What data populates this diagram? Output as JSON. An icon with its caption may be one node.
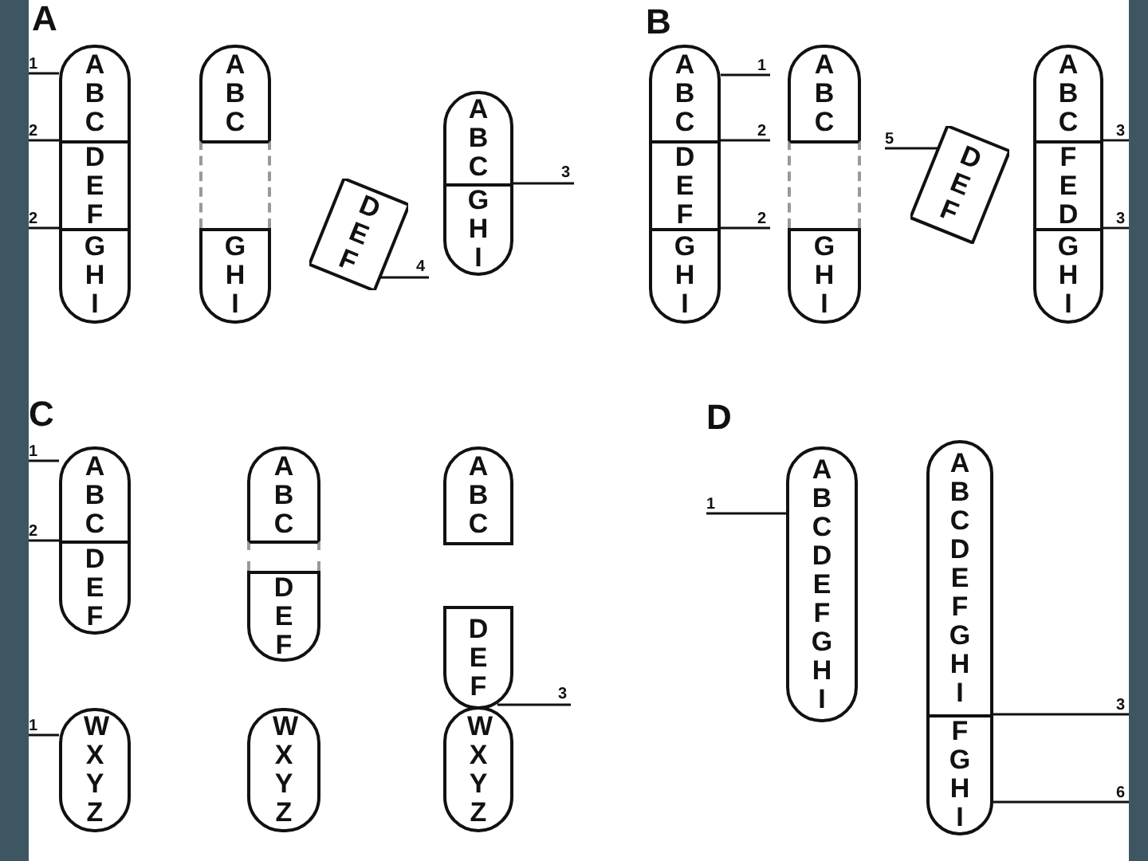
{
  "diagram": {
    "nodes": [
      {
        "text": [
          "A B C",
          "D E F",
          "G H I"
        ]
      },
      {
        "text": [
          "1"
        ]
      },
      {
        "text": [
          "2"
        ]
      },
      {
        "text": [
          "2"
        ]
      },
      {
        "text": [
          "A B C",
          "G H I"
        ]
      },
      {
        "text": [
          "D E F"
        ]
      },
      {
        "text": [
          "4"
        ]
      },
      {
        "text": [
          "A B C",
          "G H I"
        ]
      },
      {
        "text": [
          "3"
        ]
      },
      {
        "text": [
          "A B C",
          "D E F",
          "G H I"
        ]
      },
      {
        "text": [
          "1"
        ]
      },
      {
        "text": [
          "2"
        ]
      },
      {
        "text": [
          "2"
        ]
      },
      {
        "text": [
          "A B C",
          "G H I"
        ]
      },
      {
        "text": [
          "5"
        ]
      },
      {
        "text": [
          "D E F"
        ]
      },
      {
        "text": [
          "A B C",
          "F E D",
          "G H I"
        ]
      },
      {
        "text": [
          "3"
        ]
      },
      {
        "text": [
          "3"
        ]
      },
      {
        "text": [
          "A B C",
          "D E F"
        ]
      },
      {
        "text": [
          "1"
        ]
      },
      {
        "text": [
          "2"
        ]
      },
      {
        "text": [
          "W X Y Z"
        ]
      },
      {
        "text": [
          "1"
        ]
      },
      {
        "text": [
          "A B C",
          "D E F"
        ]
      },
      {
        "text": [
          "W X Y Z"
        ]
      },
      {
        "text": [
          "A B C"
        ]
      },
      {
        "text": [
          "D E F"
        ]
      },
      {
        "text": [
          "W X Y Z"
        ]
      },
      {
        "text": [
          "3"
        ]
      },
      {
        "text": [
          "A B C D E F G H I"
        ]
      },
      {
        "text": [
          "1"
        ]
      },
      {
        "text": [
          "A B C D E F G H I",
          "F G H I"
        ]
      },
      {
        "text": [
          "3"
        ]
      },
      {
        "text": [
          "6"
        ]
      }
    ],
    "edges": [
      {
        "from": 1,
        "to": 0,
        "arrow": "none"
      },
      {
        "from": 2,
        "to": 0,
        "arrow": "none"
      },
      {
        "from": 3,
        "to": 0,
        "arrow": "none"
      },
      {
        "from": 6,
        "to": 5,
        "arrow": "none"
      },
      {
        "from": 8,
        "to": 7,
        "arrow": "none"
      },
      {
        "from": 10,
        "to": 9,
        "arrow": "none"
      },
      {
        "from": 11,
        "to": 9,
        "arrow": "none"
      },
      {
        "from": 12,
        "to": 9,
        "arrow": "none"
      },
      {
        "from": 14,
        "to": 15,
        "arrow": "none"
      },
      {
        "from": 17,
        "to": 16,
        "arrow": "none"
      },
      {
        "from": 18,
        "to": 16,
        "arrow": "none"
      },
      {
        "from": 20,
        "to": 19,
        "arrow": "none"
      },
      {
        "from": 21,
        "to": 19,
        "arrow": "none"
      },
      {
        "from": 23,
        "to": 22,
        "arrow": "none"
      },
      {
        "from": 29,
        "to": 28,
        "arrow": "none"
      },
      {
        "from": 31,
        "to": 30,
        "arrow": "none"
      },
      {
        "from": 33,
        "to": 32,
        "arrow": "none"
      },
      {
        "from": 34,
        "to": 32,
        "arrow": "none"
      }
    ],
    "labels": [
      "A",
      "B",
      "C",
      "D"
    ]
  }
}
